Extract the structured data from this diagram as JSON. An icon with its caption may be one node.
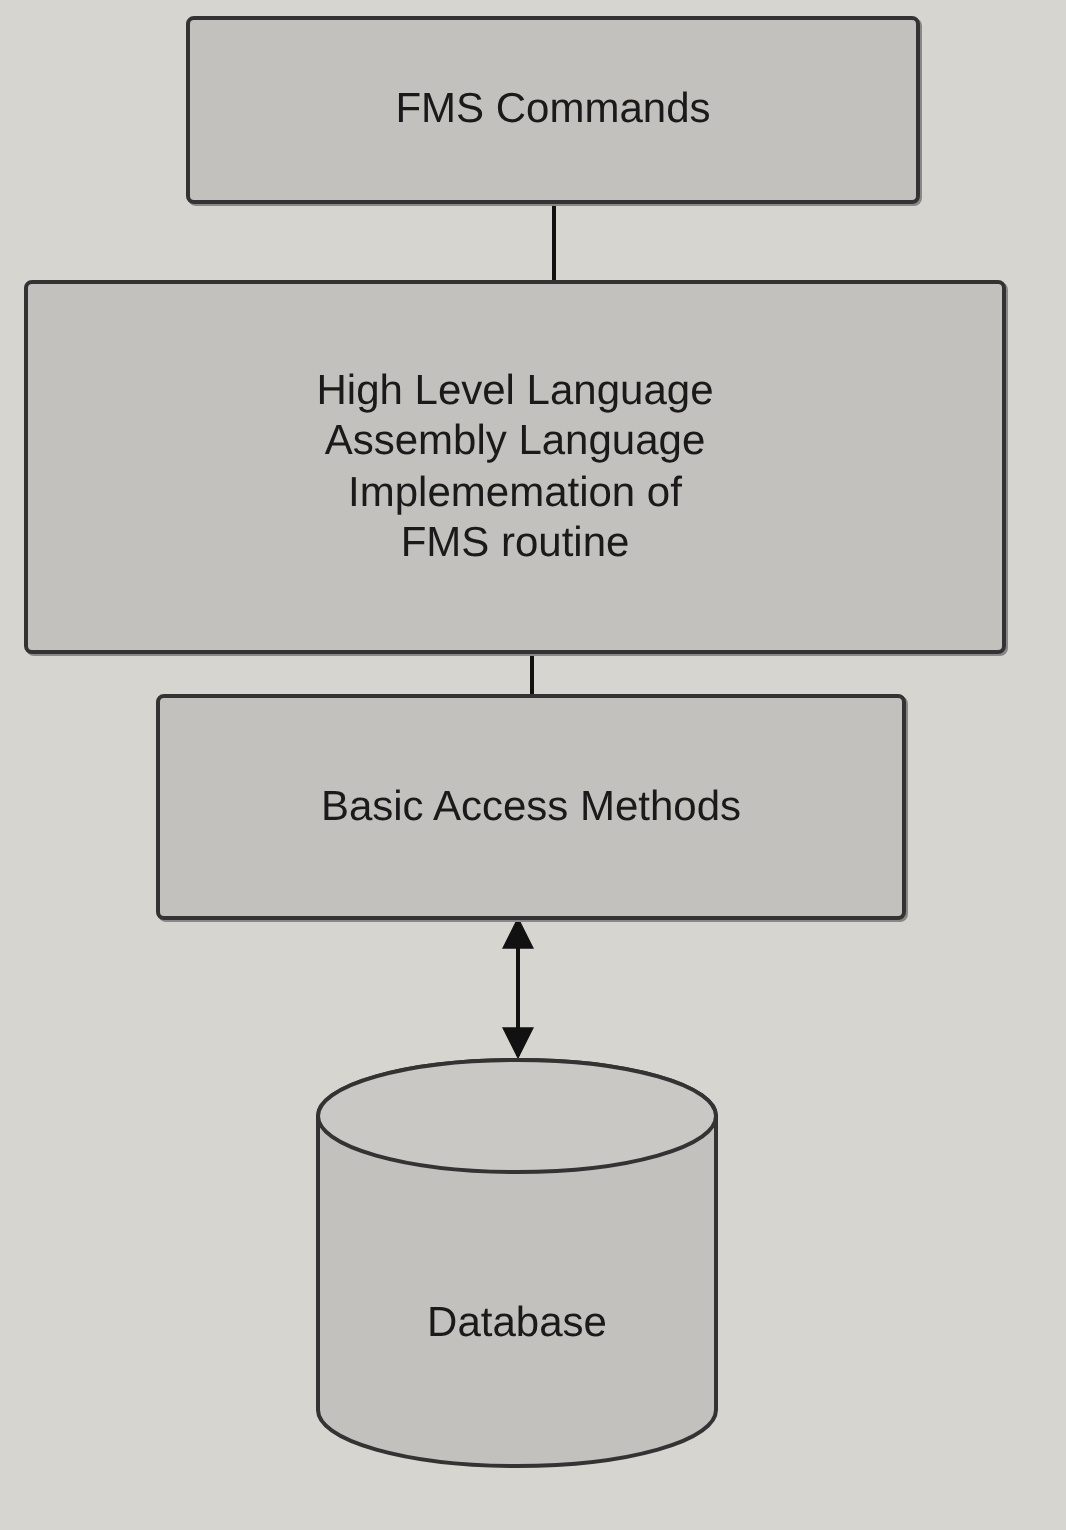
{
  "diagram": {
    "nodes": [
      {
        "text": [
          "FMS Commands"
        ]
      },
      {
        "text": [
          "High Level Language",
          "Assembly Language",
          "Implememation of FMS routine"
        ]
      },
      {
        "text": [
          "Basic Access Methods"
        ]
      },
      {
        "text": [
          "Database"
        ]
      }
    ],
    "edges": [
      {
        "from": 0,
        "to": 1,
        "arrow": "none"
      },
      {
        "from": 1,
        "to": 2,
        "arrow": "none"
      },
      {
        "from": 2,
        "to": 3,
        "arrow": "both"
      }
    ]
  }
}
